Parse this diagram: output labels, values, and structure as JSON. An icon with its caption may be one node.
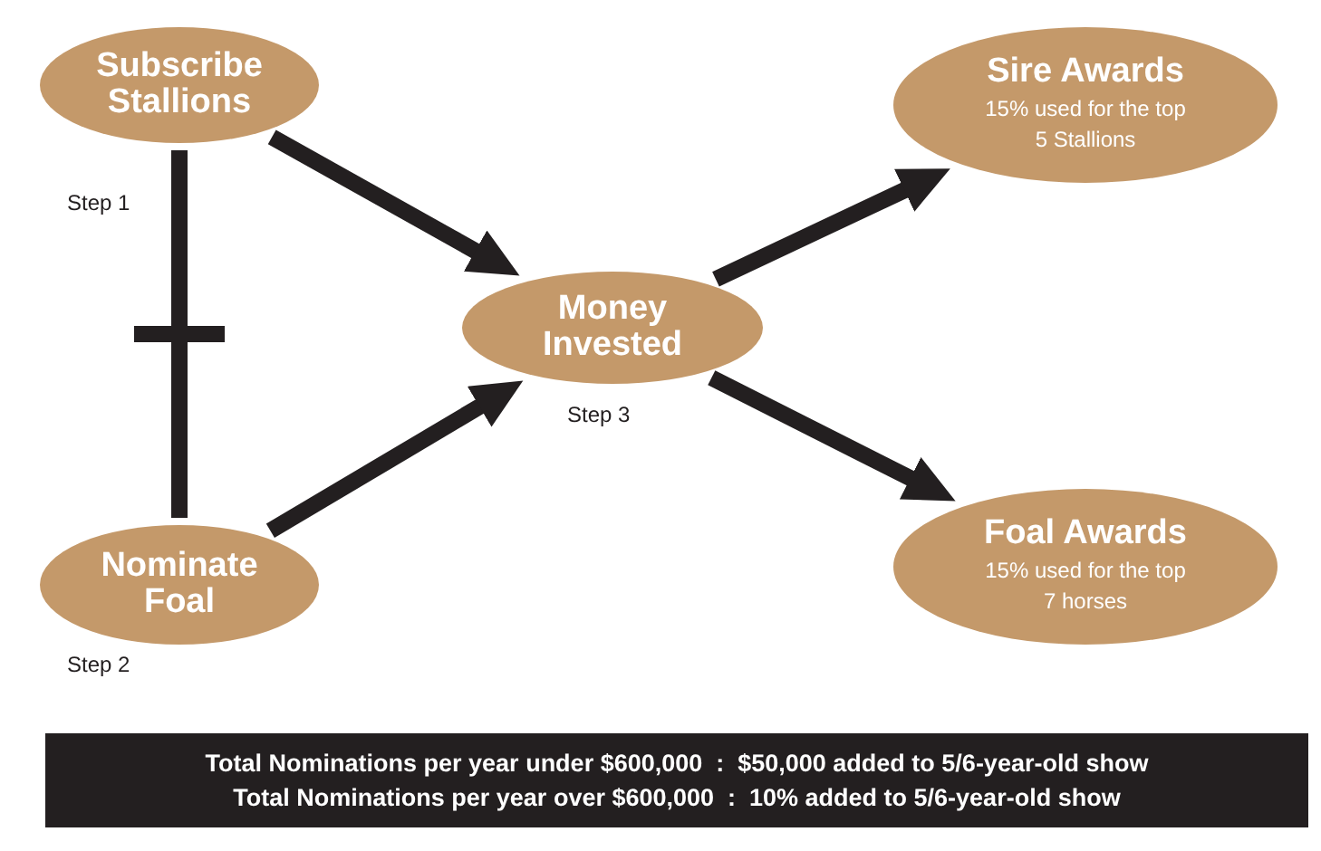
{
  "diagram": {
    "nodes": [
      {
        "text": [
          "Subscribe Stallions"
        ],
        "beside": [
          "Step 1"
        ]
      },
      {
        "text": [
          "Nominate Foal"
        ],
        "beside": [
          "Step 2"
        ]
      },
      {
        "text": [
          "Money Invested"
        ],
        "beside": [
          "Step 3"
        ]
      },
      {
        "text": [
          "Sire Awards",
          "15% used for the top 5 Stallions"
        ]
      },
      {
        "text": [
          "Foal Awards",
          "15% used for the top 7 horses"
        ]
      },
      {
        "text": [
          "Total Nominations per year under $600,000  :  $50,000 added to 5/6-year-old show",
          "Total Nominations per year over $600,000  :  10% added to 5/6-year-old show"
        ]
      }
    ],
    "edges": [
      {
        "from": 0,
        "to": 1,
        "arrow": "none"
      },
      {
        "from": 0,
        "to": 2,
        "arrow": "to"
      },
      {
        "from": 1,
        "to": 2,
        "arrow": "to"
      },
      {
        "from": 2,
        "to": 3,
        "arrow": "to"
      },
      {
        "from": 2,
        "to": 4,
        "arrow": "to"
      }
    ]
  }
}
